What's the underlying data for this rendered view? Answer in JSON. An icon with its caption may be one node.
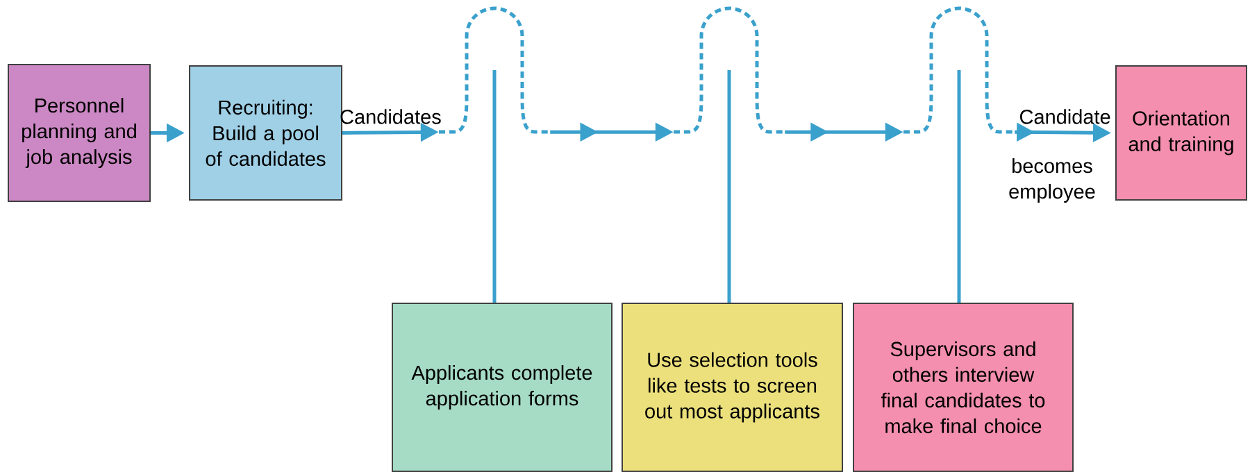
{
  "diagram": {
    "nodes": [
      {
        "text": [
          "Personnel planning and job analysis"
        ]
      },
      {
        "text": [
          "Recruiting: Build a pool of candidates"
        ]
      },
      {
        "text": [],
        "shape": "arch"
      },
      {
        "text": [],
        "shape": "arch"
      },
      {
        "text": [],
        "shape": "arch"
      },
      {
        "text": [
          "Orientation and training"
        ]
      },
      {
        "text": [
          "Applicants complete application forms"
        ]
      },
      {
        "text": [
          "Use selection tools like tests to screen out most applicants"
        ]
      },
      {
        "text": [
          "Supervisors and others interview final candidates to make final choice"
        ]
      }
    ],
    "edges": [
      {
        "from": 0,
        "to": 1,
        "arrow": "to"
      },
      {
        "from": 1,
        "to": 2,
        "arrow": "to",
        "label": "Candidates"
      },
      {
        "from": 2,
        "to": 3,
        "arrow": "to"
      },
      {
        "from": 3,
        "to": 4,
        "arrow": "to"
      },
      {
        "from": 4,
        "to": 5,
        "arrow": "to",
        "label": "Candidate"
      },
      {
        "from": 2,
        "to": 6,
        "arrow": "none"
      },
      {
        "from": 3,
        "to": 7,
        "arrow": "none"
      },
      {
        "from": 4,
        "to": 8,
        "arrow": "none"
      }
    ],
    "labels": [
      "becomes employee"
    ]
  }
}
